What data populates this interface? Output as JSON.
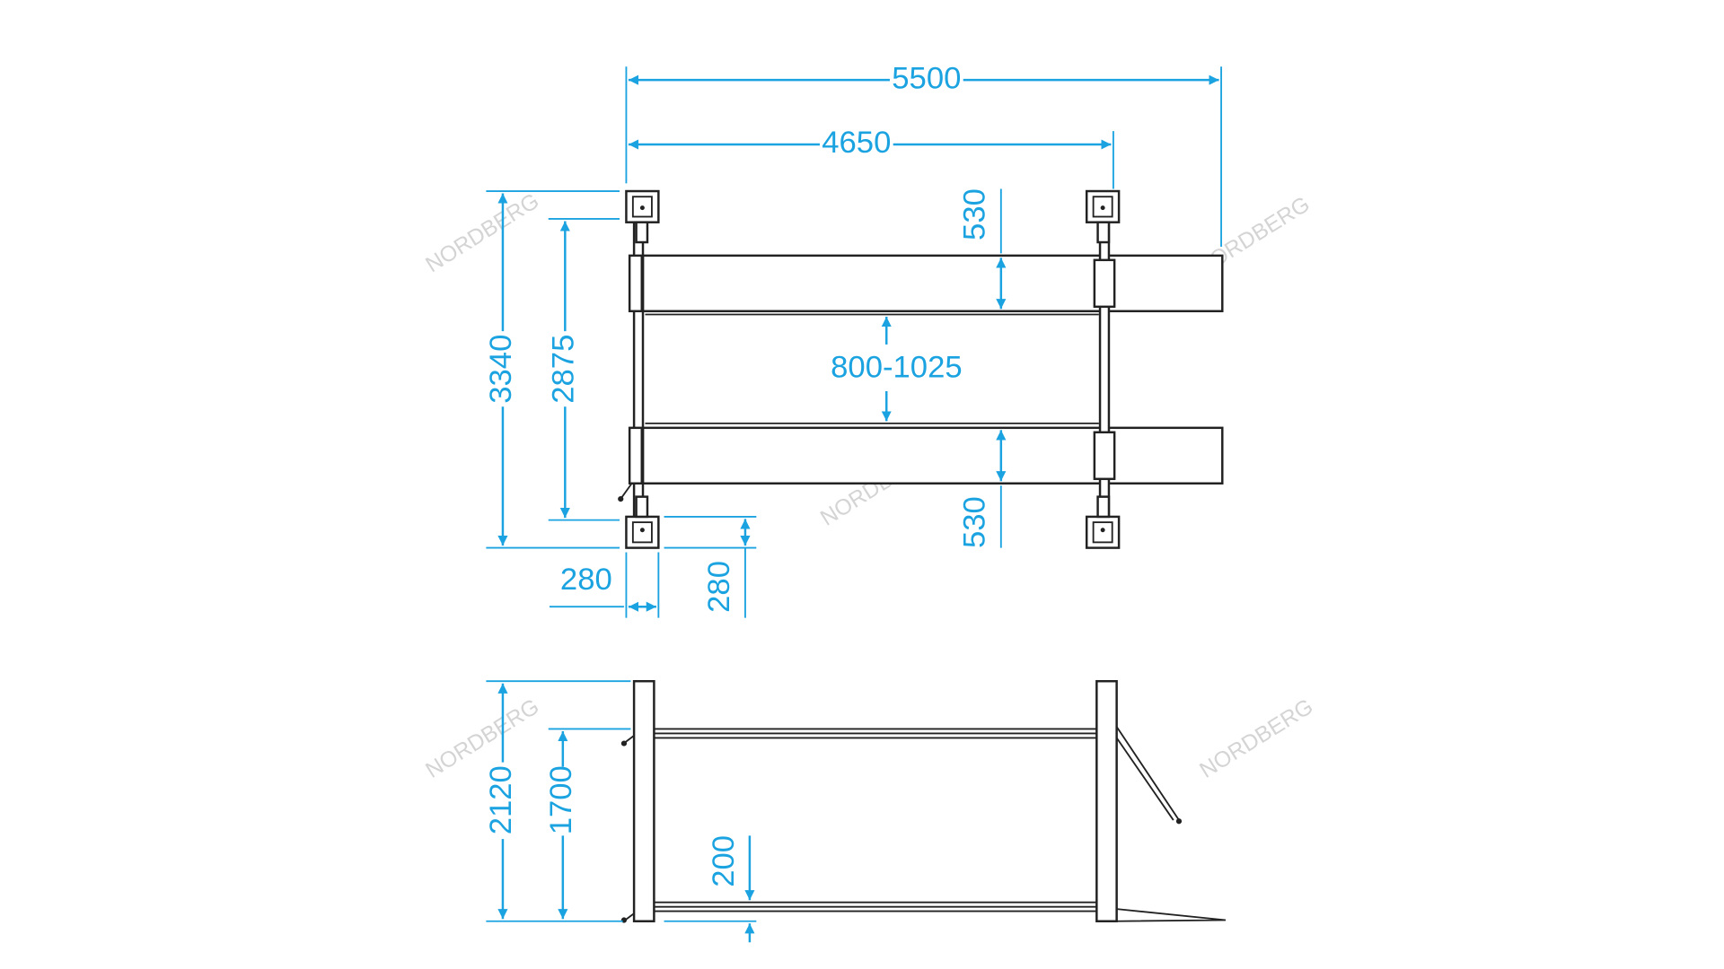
{
  "watermark": "NORDBERG",
  "colors": {
    "dimension": "#1aa3e0",
    "drawing": "#222222"
  },
  "top_view": {
    "overall_length": "5500",
    "column_spacing": "4650",
    "overall_width": "3340",
    "inner_width": "2875",
    "runway_width_top": "530",
    "runway_gap": "800-1025",
    "runway_width_bottom": "530",
    "column_base_width": "280",
    "column_base_depth": "280"
  },
  "side_view": {
    "overall_height": "2120",
    "max_lift_height": "1700",
    "min_height": "200"
  }
}
